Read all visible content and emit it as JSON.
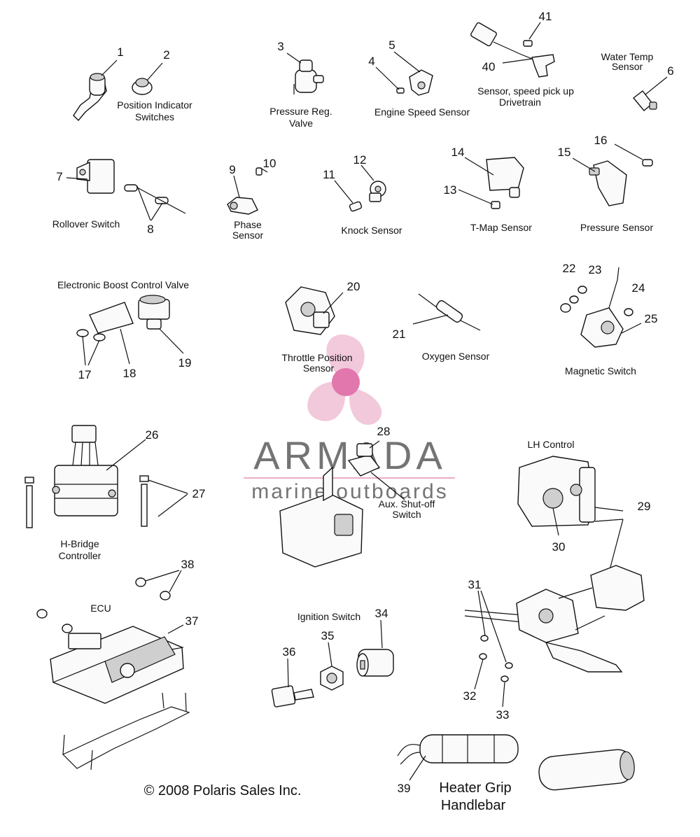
{
  "copyright": "© 2008 Polaris Sales Inc.",
  "watermark": {
    "brand": "ARMADA",
    "tagline": "marine outboards",
    "color_pink": "#e9a9c6",
    "color_magenta": "#e070a8",
    "color_gray": "#6d6d6d"
  },
  "labels": {
    "position_indicator": [
      "Position Indicator",
      "Switches"
    ],
    "pressure_reg": [
      "Pressure Reg.",
      "Valve"
    ],
    "engine_speed": "Engine Speed Sensor",
    "speed_pickup": [
      "Sensor, speed pick up",
      "Drivetrain"
    ],
    "water_temp": [
      "Water Temp",
      "Sensor"
    ],
    "rollover": "Rollover Switch",
    "phase": [
      "Phase",
      "Sensor"
    ],
    "knock": "Knock Sensor",
    "tmap": "T-Map Sensor",
    "pressure_sensor": "Pressure Sensor",
    "boost_valve": "Electronic Boost Control Valve",
    "throttle": [
      "Throttle Position",
      "Sensor"
    ],
    "oxygen": "Oxygen Sensor",
    "magnetic": "Magnetic Switch",
    "hbridge": [
      "H-Bridge",
      "Controller"
    ],
    "aux_shutoff": [
      "Aux. Shut-off",
      "Switch"
    ],
    "lh_control": "LH Control",
    "ecu": "ECU",
    "ignition": "Ignition Switch",
    "heater_grip": [
      "Heater Grip",
      "Handlebar"
    ]
  },
  "callouts": {
    "n1": "1",
    "n2": "2",
    "n3": "3",
    "n4": "4",
    "n5": "5",
    "n6": "6",
    "n7": "7",
    "n8": "8",
    "n9": "9",
    "n10": "10",
    "n11": "11",
    "n12": "12",
    "n13": "13",
    "n14": "14",
    "n15": "15",
    "n16": "16",
    "n17": "17",
    "n18": "18",
    "n19": "19",
    "n20": "20",
    "n21": "21",
    "n22": "22",
    "n23": "23",
    "n24": "24",
    "n25": "25",
    "n26": "26",
    "n27": "27",
    "n28": "28",
    "n29": "29",
    "n30": "30",
    "n31": "31",
    "n32": "32",
    "n33": "33",
    "n34": "34",
    "n35": "35",
    "n36": "36",
    "n37": "37",
    "n38": "38",
    "n39": "39",
    "n40": "40",
    "n41": "41"
  }
}
